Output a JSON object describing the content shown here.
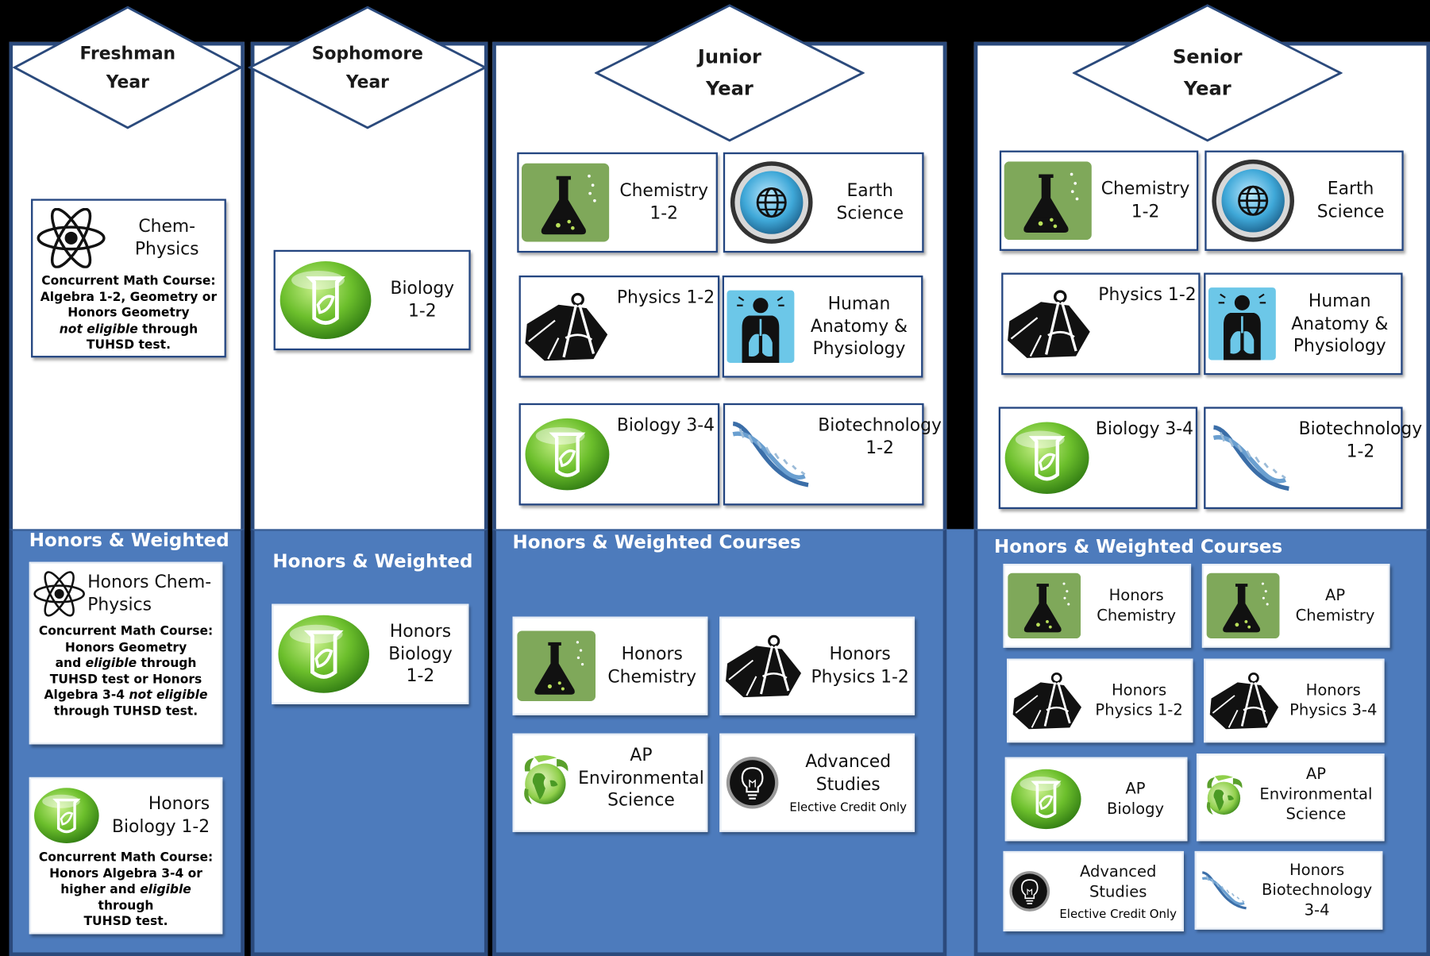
{
  "colors": {
    "column_border": "#2b4a7c",
    "lower_band": "#4d7bbc",
    "background": "#000000",
    "icon_green": "#7fa85a",
    "globe_blue": "#3fa8d8",
    "lungs_bg": "#6cc7e8"
  },
  "years": {
    "freshman": {
      "line1": "Freshman",
      "line2": "Year"
    },
    "sophomore": {
      "line1": "Sophomore",
      "line2": "Year"
    },
    "junior": {
      "line1": "Junior",
      "line2": "Year"
    },
    "senior": {
      "line1": "Senior",
      "line2": "Year"
    }
  },
  "sections": {
    "freshman_honors": "Honors & Weighted",
    "sophomore_honors": "Honors & Weighted",
    "junior_honors": "Honors & Weighted Courses",
    "senior_honors": "Honors & Weighted Courses"
  },
  "freshman": {
    "chem_physics": {
      "title": "Chem-\nPhysics",
      "icon": "atom-icon",
      "note_line1": "Concurrent Math Course:",
      "note_line2": "Algebra 1-2, Geometry or",
      "note_line3": "Honors Geometry",
      "note_em": "not eligible",
      "note_line4_rest": " through",
      "note_line5": "TUHSD test."
    },
    "honors_chem_physics": {
      "title": "Honors Chem-\nPhysics",
      "icon": "atom-icon",
      "note_line1": "Concurrent Math Course:",
      "note_line2": "Honors Geometry",
      "note_line3_pre": "and ",
      "note_em1": "eligible",
      "note_line3_post": " through",
      "note_line4": "TUHSD test or Honors",
      "note_line5_pre": "Algebra 3-4 ",
      "note_em2": "not eligible",
      "note_line6": "through TUHSD test."
    },
    "honors_biology": {
      "title": "Honors\nBiology  1-2",
      "icon": "beaker-leaf-icon",
      "note_line1": "Concurrent Math Course:",
      "note_line2": "Honors Algebra 3-4 or",
      "note_line3_pre": "higher and ",
      "note_em": "eligible",
      "note_line3_post": " through",
      "note_line4": "TUHSD test."
    }
  },
  "sophomore": {
    "biology": {
      "title": "Biology\n1-2",
      "icon": "beaker-leaf-icon"
    },
    "honors_biology": {
      "title": "Honors\nBiology\n1-2",
      "icon": "beaker-leaf-icon"
    }
  },
  "junior": {
    "courses": [
      {
        "title": "Chemistry\n1-2",
        "icon": "flask-icon"
      },
      {
        "title": "Earth\nScience",
        "icon": "globe-icon"
      },
      {
        "title": "Physics 1-2",
        "icon": "compass-rock-icon"
      },
      {
        "title": "Human\nAnatomy &\nPhysiology",
        "icon": "lungs-icon"
      },
      {
        "title": "Biology 3-4",
        "icon": "beaker-leaf-icon"
      },
      {
        "title": "Biotechnology\n1-2",
        "icon": "dna-icon"
      }
    ],
    "honors": [
      {
        "title": "Honors\nChemistry",
        "icon": "flask-icon"
      },
      {
        "title": "Honors\nPhysics 1-2",
        "icon": "compass-rock-icon"
      },
      {
        "title": "AP\nEnvironmental\nScience",
        "icon": "earth-leaf-icon"
      },
      {
        "title": "Advanced\nStudies",
        "icon": "lightbulb-icon",
        "credit": "Elective Credit Only"
      }
    ]
  },
  "senior": {
    "courses": [
      {
        "title": "Chemistry\n1-2",
        "icon": "flask-icon"
      },
      {
        "title": "Earth\nScience",
        "icon": "globe-icon"
      },
      {
        "title": "Physics 1-2",
        "icon": "compass-rock-icon"
      },
      {
        "title": "Human\nAnatomy &\nPhysiology",
        "icon": "lungs-icon"
      },
      {
        "title": "Biology 3-4",
        "icon": "beaker-leaf-icon"
      },
      {
        "title": "Biotechnology\n1-2",
        "icon": "dna-icon"
      }
    ],
    "honors": [
      {
        "title": "Honors\nChemistry",
        "icon": "flask-icon"
      },
      {
        "title": "AP\nChemistry",
        "icon": "flask-icon"
      },
      {
        "title": "Honors\nPhysics 1-2",
        "icon": "compass-rock-icon"
      },
      {
        "title": "Honors\nPhysics 3-4",
        "icon": "compass-rock-icon"
      },
      {
        "title": "AP\nBiology",
        "icon": "beaker-leaf-icon"
      },
      {
        "title": "AP\nEnvironmental\nScience",
        "icon": "earth-leaf-icon"
      },
      {
        "title": "Advanced\nStudies",
        "icon": "lightbulb-icon",
        "credit": "Elective Credit Only"
      },
      {
        "title": "Honors\nBiotechnology\n3-4",
        "icon": "dna-icon"
      }
    ]
  }
}
